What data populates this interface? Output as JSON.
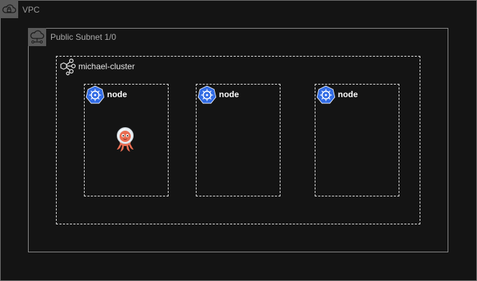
{
  "vpc": {
    "label": "VPC",
    "icon": "cloud-lock-icon"
  },
  "subnet": {
    "label": "Public Subnet 1/0",
    "icon": "cloud-network-icon"
  },
  "cluster": {
    "label": "michael-cluster",
    "icon": "cluster-icon"
  },
  "nodes": [
    {
      "label": "node",
      "icon": "kubernetes-node-icon"
    },
    {
      "label": "node",
      "icon": "kubernetes-node-icon"
    },
    {
      "label": "node",
      "icon": "kubernetes-node-icon"
    }
  ],
  "workload": {
    "icon": "argo-octopus-icon"
  },
  "colors": {
    "background": "#141414",
    "k8s_blue": "#326ce5",
    "argo_orange": "#e96d52"
  }
}
